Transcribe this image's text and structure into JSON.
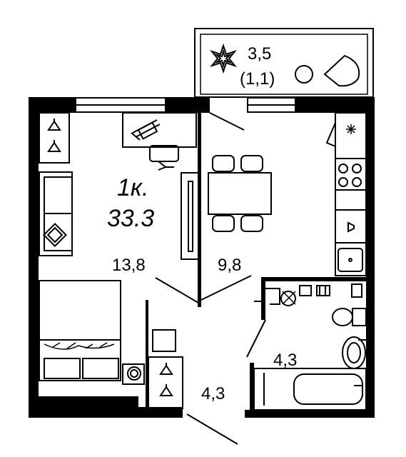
{
  "apartment": {
    "type": "1к.",
    "total_area": "33.3"
  },
  "rooms": {
    "balcony": {
      "area": "3,5",
      "area_reduced": "(1,1)"
    },
    "living": {
      "area": "13,8"
    },
    "kitchen": {
      "area": "9,8"
    },
    "bathroom": {
      "area": "4,3"
    },
    "hallway": {
      "area": "4,3"
    }
  },
  "colors": {
    "wall": "#000000",
    "background": "#ffffff"
  }
}
